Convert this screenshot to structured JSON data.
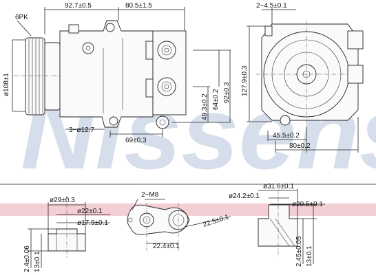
{
  "brand": {
    "watermark": "Nissens",
    "watermark_color": "#c7d3e4",
    "band_color": "#e9a7b2"
  },
  "drawing": {
    "top_dims": {
      "belt": "6PK",
      "w1": "92.7±0.5",
      "w2": "80.5±1.5",
      "pulley_dia": "ø108±1",
      "h1": "49.3±0.2",
      "h2": "64±0.2",
      "h3": "92±0.3",
      "bolt": "3−ø12.7",
      "w3": "69±0.3"
    },
    "side_dims": {
      "top": "2−4.5±0.1",
      "height": "127.9±0.3",
      "w1": "45.5±0.2",
      "w2": "80±0.2"
    },
    "bottom_dims": {
      "fit1_dia": "ø29±0.3",
      "fit1_d2": "ø22±0.1",
      "fit1_d3": "ø17.9±0.1",
      "fit1_h1": "2.4±0.06",
      "fit1_h2": "13±0.1",
      "thread": "2−M8",
      "spacing": "22.4±0.1",
      "diag": "22.5±0.1",
      "fit2_d1": "ø31.6±0.1",
      "fit2_d2": "ø24.2±0.1",
      "fit2_d3": "ø20.5±0.1",
      "fit2_h1": "2.45±0.05",
      "fit2_h2": "13±0.1"
    }
  }
}
